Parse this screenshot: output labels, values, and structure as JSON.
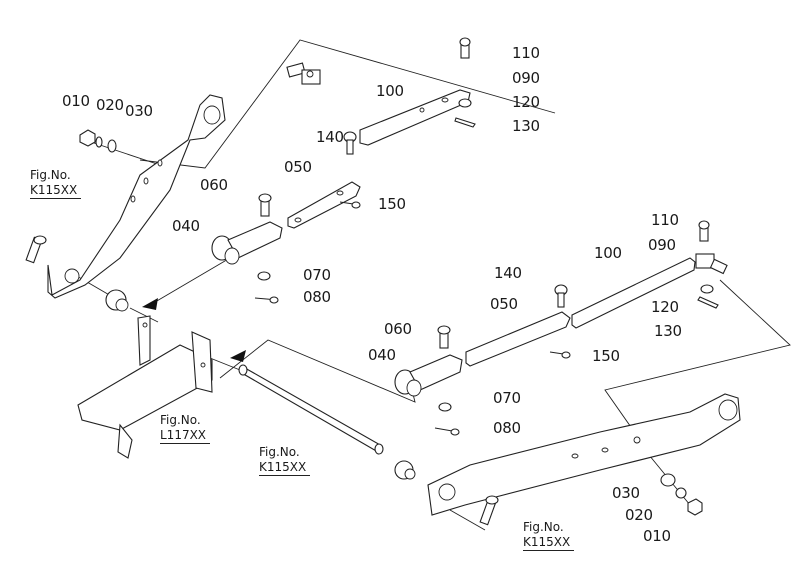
{
  "diagram": {
    "title": "Top link / lift rod exploded parts diagram",
    "part_labels": {
      "upper_left_arm": {
        "nut": "010",
        "spring_washer": "020",
        "washer": "030"
      },
      "upper_assembly": {
        "yoke": "040",
        "rod_lower": "050",
        "pin": "060",
        "washer": "070",
        "pin_clip": "080",
        "turnbuckle_end": "090",
        "rod_upper": "100",
        "clevis_pin": "110",
        "washer_end": "120",
        "cotter_pin": "130",
        "lock_pin": "140",
        "lynch_clip": "150"
      },
      "lower_assembly": {
        "yoke": "040",
        "rod_lower": "050",
        "pin": "060",
        "washer": "070",
        "pin_clip": "080",
        "turnbuckle_end": "090",
        "rod_upper": "100",
        "clevis_pin": "110",
        "washer_end": "120",
        "cotter_pin": "130",
        "lock_pin": "140",
        "lynch_clip": "150"
      },
      "lower_right_arm": {
        "washer": "030",
        "spring_washer": "020",
        "nut": "010"
      }
    },
    "figure_refs": [
      {
        "fig": "Fig.No.",
        "ref": "K115XX"
      },
      {
        "fig": "Fig.No.",
        "ref": "L117XX"
      },
      {
        "fig": "Fig.No.",
        "ref": "K115XX"
      },
      {
        "fig": "Fig.No.",
        "ref": "K115XX"
      }
    ]
  }
}
